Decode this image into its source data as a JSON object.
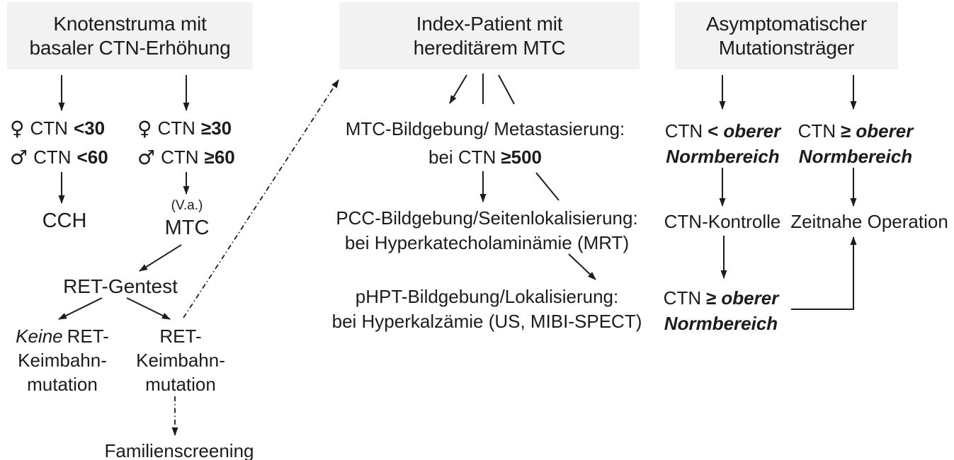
{
  "colors": {
    "header_bg": "#f2f2f2",
    "text": "#1c1c1c",
    "line": "#1c1c1c"
  },
  "left": {
    "header": {
      "line1": "Knotenstruma mit",
      "line2": "basaler CTN-Erhöhung"
    },
    "icons": {
      "female": "♀",
      "male": "♂"
    },
    "criteria_low": {
      "female_label": "CTN",
      "female_value": "<30",
      "male_label": "CTN",
      "male_value": "<60"
    },
    "criteria_high": {
      "female_label": "CTN",
      "female_value": "≥30",
      "male_label": "CTN",
      "male_value": "≥60"
    },
    "cch": "CCH",
    "suspicion": "(V.a.)",
    "mtc": "MTC",
    "ret_test": "RET-Gentest",
    "no_germline": {
      "word_italic": "Keine",
      "line1_rest": "RET-",
      "line2": "Keimbahn-",
      "line3": "mutation"
    },
    "germline": {
      "line1": "RET-",
      "line2": "Keimbahn-",
      "line3": "mutation"
    },
    "family_screening": "Familienscreening"
  },
  "middle": {
    "header": {
      "line1": "Index-Patient mit",
      "line2": "hereditärem MTC"
    },
    "mtc_imaging": {
      "line1": "MTC-Bildgebung/ Metastasierung:",
      "line2_label": "bei CTN",
      "line2_value": "≥500"
    },
    "pcc_imaging": {
      "line1": "PCC-Bildgebung/Seitenlokalisierung:",
      "line2": "bei Hyperkatecholaminämie (MRT)"
    },
    "phpt_imaging": {
      "line1": "pHPT-Bildgebung/Lokalisierung:",
      "line2": "bei Hyperkalzämie (US, MIBI-SPECT)"
    }
  },
  "right": {
    "header": {
      "line1": "Asymptomatischer",
      "line2": "Mutationsträger"
    },
    "ctn_below": {
      "label": "CTN",
      "op": "<",
      "term1": "oberer",
      "term2": "Normbereich"
    },
    "ctn_above": {
      "label": "CTN",
      "op": "≥",
      "term1": "oberer",
      "term2": "Normbereich"
    },
    "ctn_control": "CTN-Kontrolle",
    "operation": "Zeitnahe Operation",
    "ctn_rise": {
      "label": "CTN",
      "op": "≥",
      "term1": "oberer",
      "term2": "Normbereich"
    }
  }
}
